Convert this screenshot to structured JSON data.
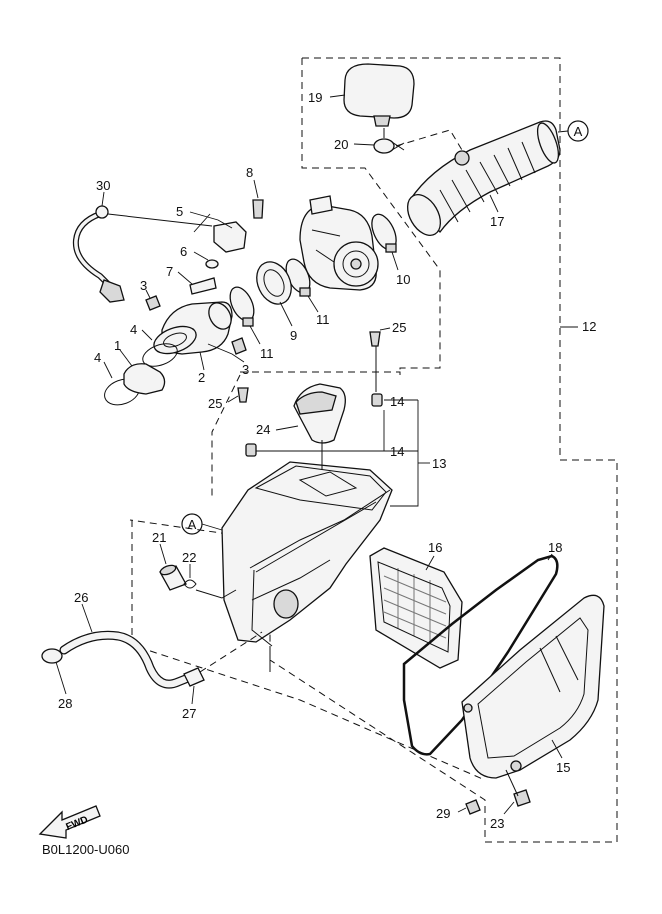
{
  "diagram_code": "B0L1200-U060",
  "fwd_label": "FWD",
  "ref_mark": "A",
  "callouts": {
    "c1": "1",
    "c2": "2",
    "c3a": "3",
    "c3b": "3",
    "c4a": "4",
    "c4b": "4",
    "c5": "5",
    "c6": "6",
    "c7": "7",
    "c8": "8",
    "c9": "9",
    "c10": "10",
    "c11a": "11",
    "c11b": "11",
    "c12": "12",
    "c13": "13",
    "c14a": "14",
    "c14b": "14",
    "c15": "15",
    "c16": "16",
    "c17": "17",
    "c18": "18",
    "c19": "19",
    "c20": "20",
    "c21": "21",
    "c22": "22",
    "c23": "23",
    "c24": "24",
    "c25a": "25",
    "c25b": "25",
    "c26": "26",
    "c27": "27",
    "c28": "28",
    "c29": "29",
    "c30": "30"
  }
}
